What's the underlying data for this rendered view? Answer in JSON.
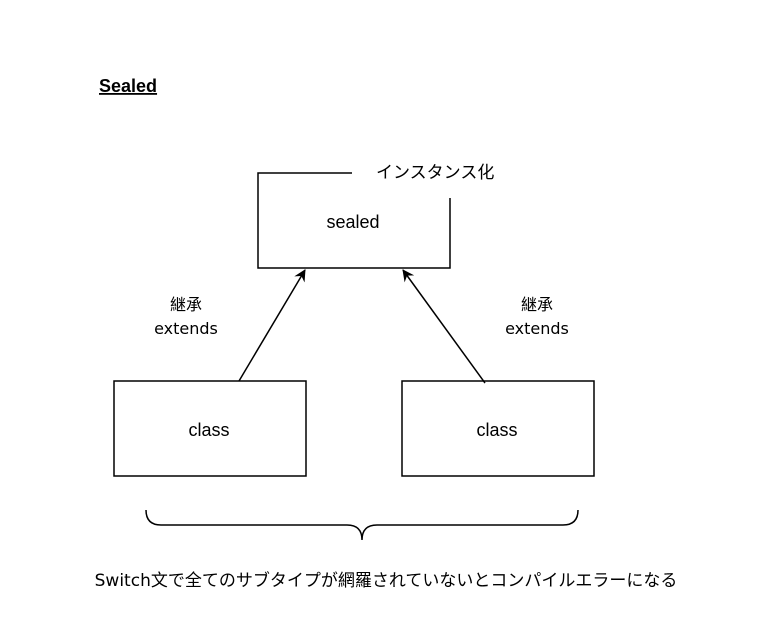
{
  "title": "Sealed",
  "nodes": {
    "sealed": {
      "label": "sealed",
      "note": "インスタンス化"
    },
    "left_class": {
      "label": "class"
    },
    "right_class": {
      "label": "class"
    }
  },
  "relations": {
    "left": {
      "line1": "継承",
      "line2": "extends"
    },
    "right": {
      "line1": "継承",
      "line2": "extends"
    }
  },
  "caption": "Switch文で全てのサブタイプが網羅されていないとコンパイルエラーになる"
}
